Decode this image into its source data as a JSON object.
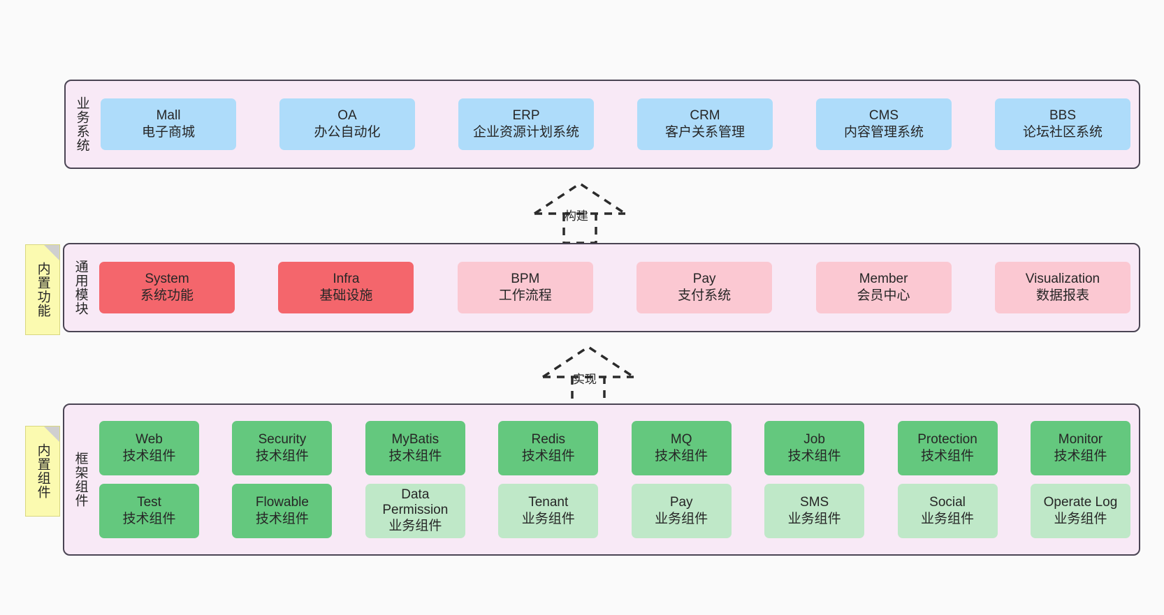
{
  "diagram": {
    "title_hidden": "",
    "colors": {
      "panel_bg": "#F8E9F6",
      "panel_border": "#4A4453",
      "blue": "#AEDCFA",
      "red": "#F4666C",
      "pink": "#FBC8D2",
      "green": "#64C87E",
      "light_green": "#BFE8C8",
      "note_yellow": "#FBFAB0",
      "canvas_bg": "#FAFAFA",
      "text": "#262626"
    }
  },
  "layers": [
    {
      "key": "business",
      "title": "业务系统",
      "rows": [
        {
          "cards": [
            {
              "l1": "Mall",
              "l2": "电子商城",
              "style": "blue"
            },
            {
              "l1": "OA",
              "l2": "办公自动化",
              "style": "blue"
            },
            {
              "l1": "ERP",
              "l2": "企业资源计划系统",
              "style": "blue"
            },
            {
              "l1": "CRM",
              "l2": "客户关系管理",
              "style": "blue"
            },
            {
              "l1": "CMS",
              "l2": "内容管理系统",
              "style": "blue"
            },
            {
              "l1": "BBS",
              "l2": "论坛社区系统",
              "style": "blue"
            }
          ]
        }
      ]
    },
    {
      "key": "common",
      "title": "通用模块",
      "note": "内置功能",
      "rows": [
        {
          "cards": [
            {
              "l1": "System",
              "l2": "系统功能",
              "style": "red"
            },
            {
              "l1": "Infra",
              "l2": "基础设施",
              "style": "red"
            },
            {
              "l1": "BPM",
              "l2": "工作流程",
              "style": "pink"
            },
            {
              "l1": "Pay",
              "l2": "支付系统",
              "style": "pink"
            },
            {
              "l1": "Member",
              "l2": "会员中心",
              "style": "pink"
            },
            {
              "l1": "Visualization",
              "l2": "数据报表",
              "style": "pink"
            }
          ]
        }
      ]
    },
    {
      "key": "framework",
      "title": "框架组件",
      "note": "内置组件",
      "rows": [
        {
          "cards": [
            {
              "l1": "Web",
              "l2": "技术组件",
              "style": "green"
            },
            {
              "l1": "Security",
              "l2": "技术组件",
              "style": "green"
            },
            {
              "l1": "MyBatis",
              "l2": "技术组件",
              "style": "green"
            },
            {
              "l1": "Redis",
              "l2": "技术组件",
              "style": "green"
            },
            {
              "l1": "MQ",
              "l2": "技术组件",
              "style": "green"
            },
            {
              "l1": "Job",
              "l2": "技术组件",
              "style": "green"
            },
            {
              "l1": "Protection",
              "l2": "技术组件",
              "style": "green"
            },
            {
              "l1": "Monitor",
              "l2": "技术组件",
              "style": "green"
            }
          ]
        },
        {
          "cards": [
            {
              "l1": "Test",
              "l2": "技术组件",
              "style": "green"
            },
            {
              "l1": "Flowable",
              "l2": "技术组件",
              "style": "green"
            },
            {
              "l1": "Data Permission",
              "l2": "业务组件",
              "style": "lgreen"
            },
            {
              "l1": "Tenant",
              "l2": "业务组件",
              "style": "lgreen"
            },
            {
              "l1": "Pay",
              "l2": "业务组件",
              "style": "lgreen"
            },
            {
              "l1": "SMS",
              "l2": "业务组件",
              "style": "lgreen"
            },
            {
              "l1": "Social",
              "l2": "业务组件",
              "style": "lgreen"
            },
            {
              "l1": "Operate Log",
              "l2": "业务组件",
              "style": "lgreen"
            }
          ]
        }
      ]
    }
  ],
  "connectors": [
    {
      "key": "build",
      "label": "构建"
    },
    {
      "key": "implement",
      "label": "实现"
    }
  ]
}
